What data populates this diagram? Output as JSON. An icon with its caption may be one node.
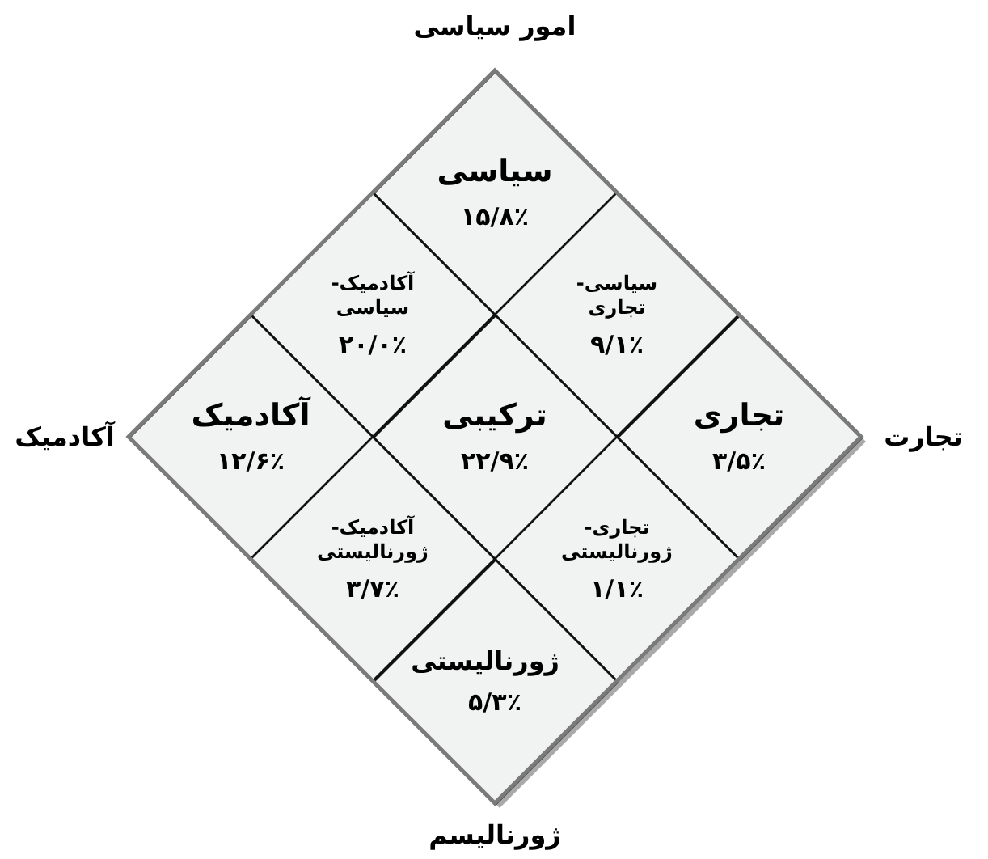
{
  "diagram": {
    "nodes": [
      {
        "text": [
          "سیاسی",
          "۱۵/۸٪"
        ]
      },
      {
        "text": [
          "آکادمیک- سیاسی",
          "۲۰/۰٪"
        ]
      },
      {
        "text": [
          "سیاسی- تجاری",
          "۹/۱٪"
        ]
      },
      {
        "text": [
          "آکادمیک",
          "۱۲/۶٪"
        ]
      },
      {
        "text": [
          "ترکیبی",
          "۲۲/۹٪"
        ]
      },
      {
        "text": [
          "تجاری",
          "۳/۵٪"
        ]
      },
      {
        "text": [
          "آکادمیک- ژورنالیستی",
          "۳/۷٪"
        ]
      },
      {
        "text": [
          "تجاری- ژورنالیستی",
          "۱/۱٪"
        ]
      },
      {
        "text": [
          "ژورنالیستی",
          "۵/۳٪"
        ]
      }
    ],
    "labels": [
      "امور سیاسی",
      "آکادمیک",
      "تجارت",
      "ژورنالیسم"
    ]
  }
}
